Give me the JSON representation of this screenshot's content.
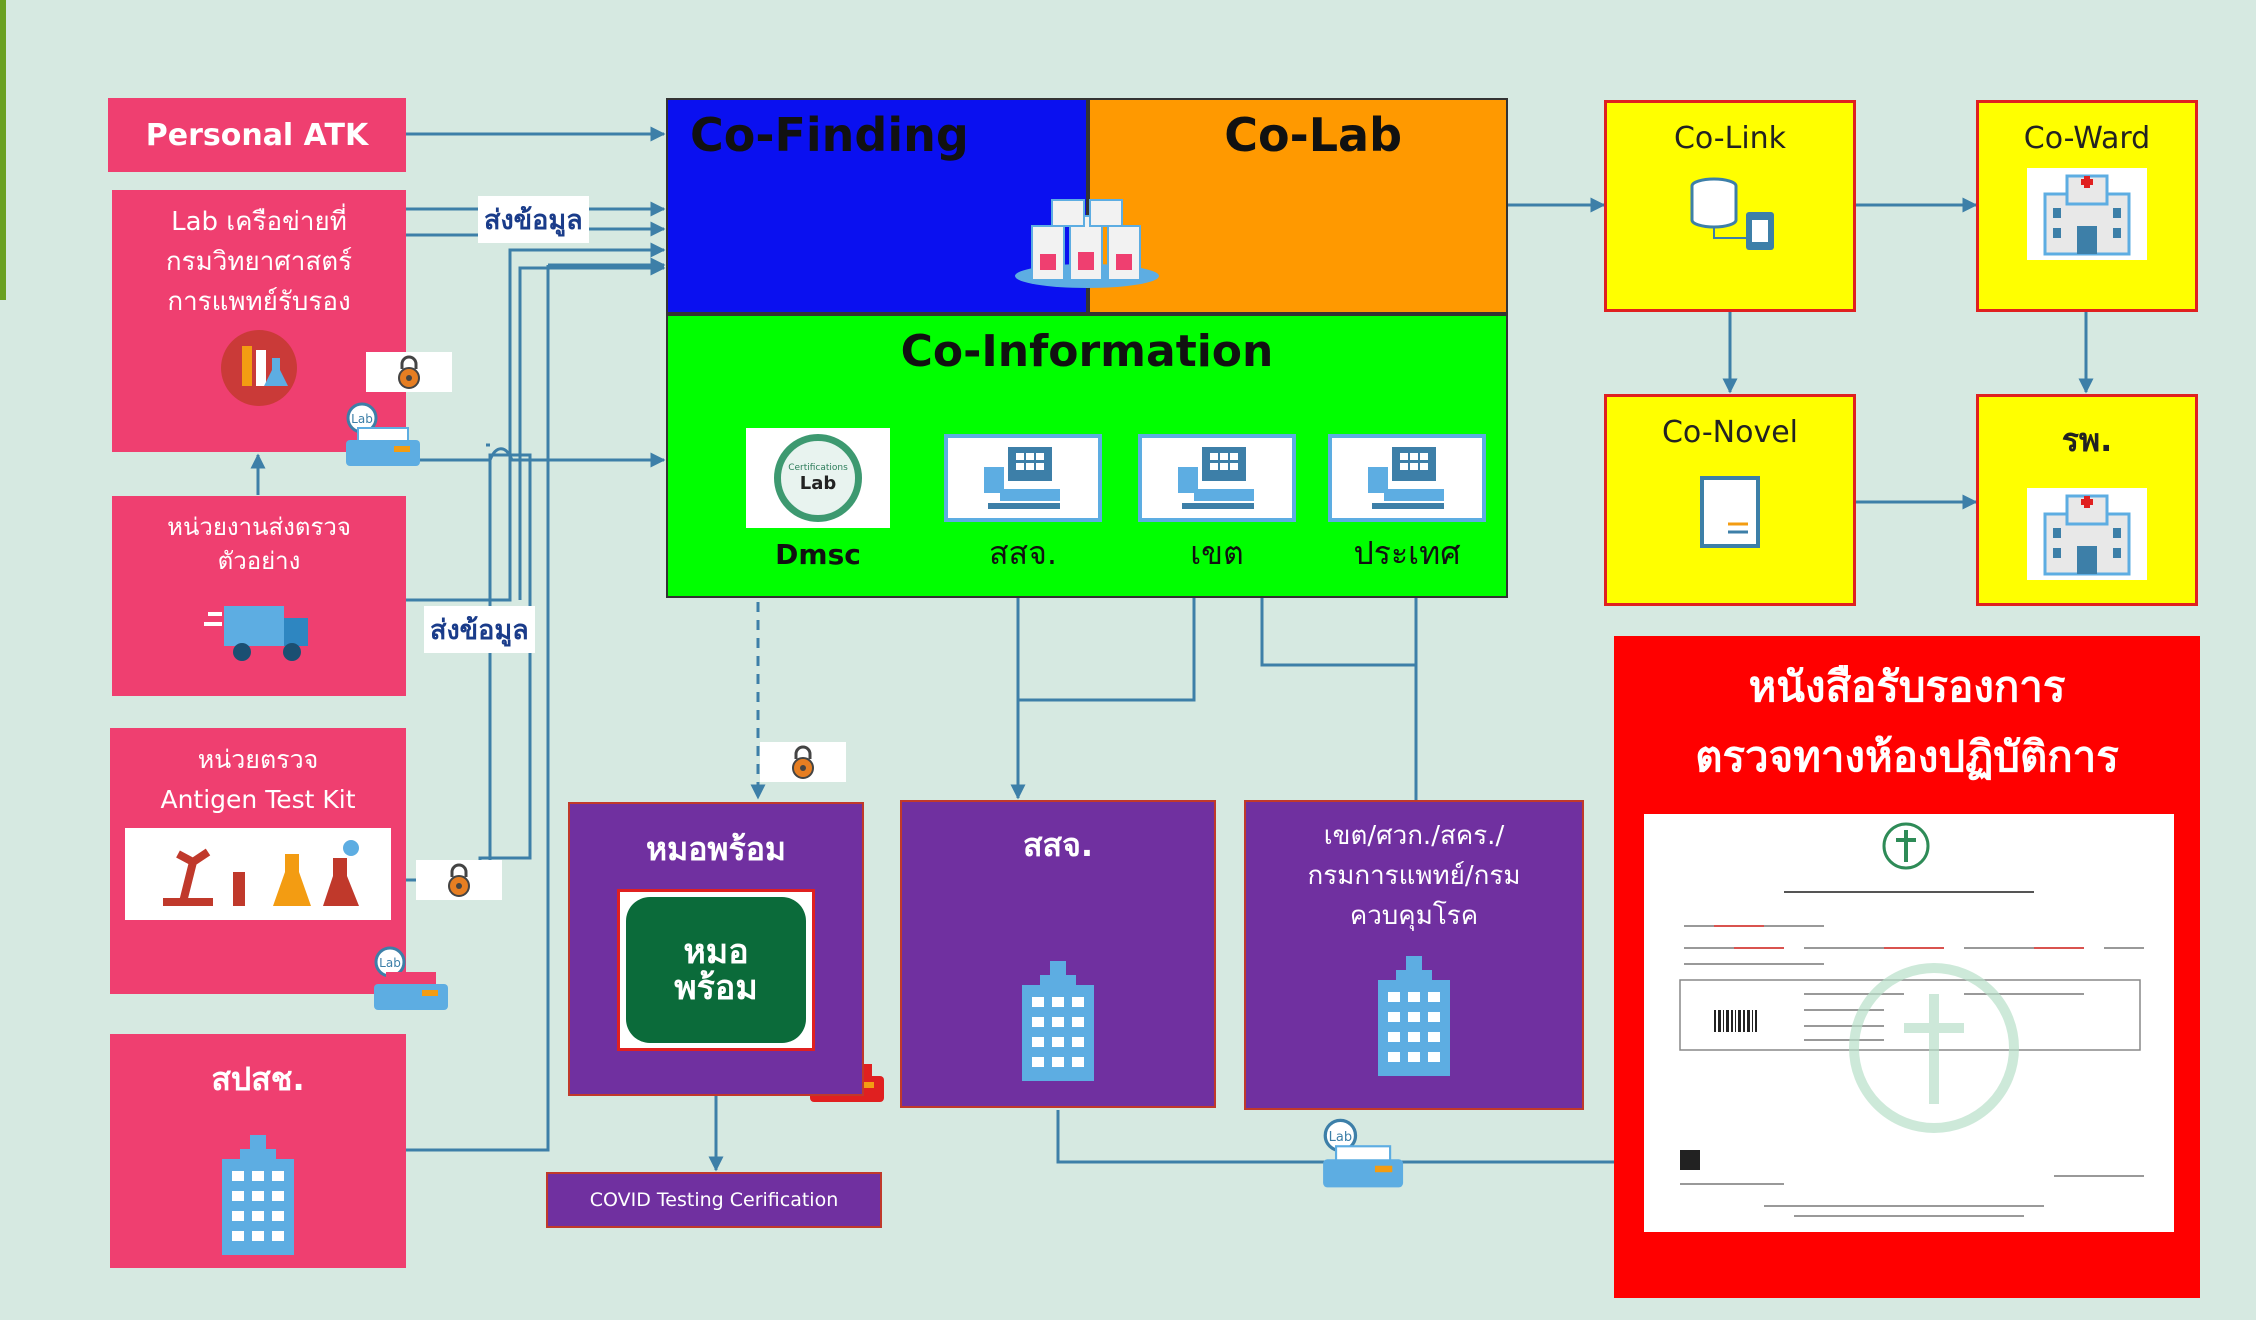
{
  "co_finding": "Co-Finding",
  "co_lab": "Co-Lab",
  "co_information": "Co-Information",
  "co_link": "Co-Link",
  "co_ward": "Co-Ward",
  "co_novel": "Co-Novel",
  "hospital": "รพ.",
  "personal_atk": "Personal ATK",
  "lab_network": "Lab เครือข่ายที่\nกรมวิทยาศาสตร์\nการแพทย์รับรอง",
  "sample_unit": "หน่วยงานส่งตรวจ\nตัวอย่าง",
  "antigen_unit": "หน่วยตรวจ\nAntigen Test Kit",
  "spsch": "สปสช.",
  "send_data_1": "ส่งข้อมูล",
  "send_data_2": "ส่งข้อมูล",
  "info_items": [
    "Dmsc",
    "สสจ.",
    "เขต",
    "ประเทศ"
  ],
  "cert_badge_top": "Certifications",
  "cert_badge_main": "Lab",
  "mor_prom": "หมอพร้อม",
  "mor_prom_app_line1": "หมอ",
  "mor_prom_app_line2": "พร้อม",
  "covid_cert": "COVID Testing Cerification",
  "ssj": "สสจ.",
  "region_agencies": "เขต/ศวก./สคร./\nกรมการแพทย์/กรม\nควบคุมโรค",
  "certificate_title": "หนังสือรับรองการ\nตรวจทางห้องปฏิบัติการ",
  "colors": {
    "blue": "#0a10f0",
    "orange": "#ff9900",
    "green": "#00ff00",
    "yellow": "#ffff00",
    "pink": "#ef3f70",
    "purple": "#7030a0",
    "red": "#ff0000",
    "line": "#3d7fa8"
  }
}
